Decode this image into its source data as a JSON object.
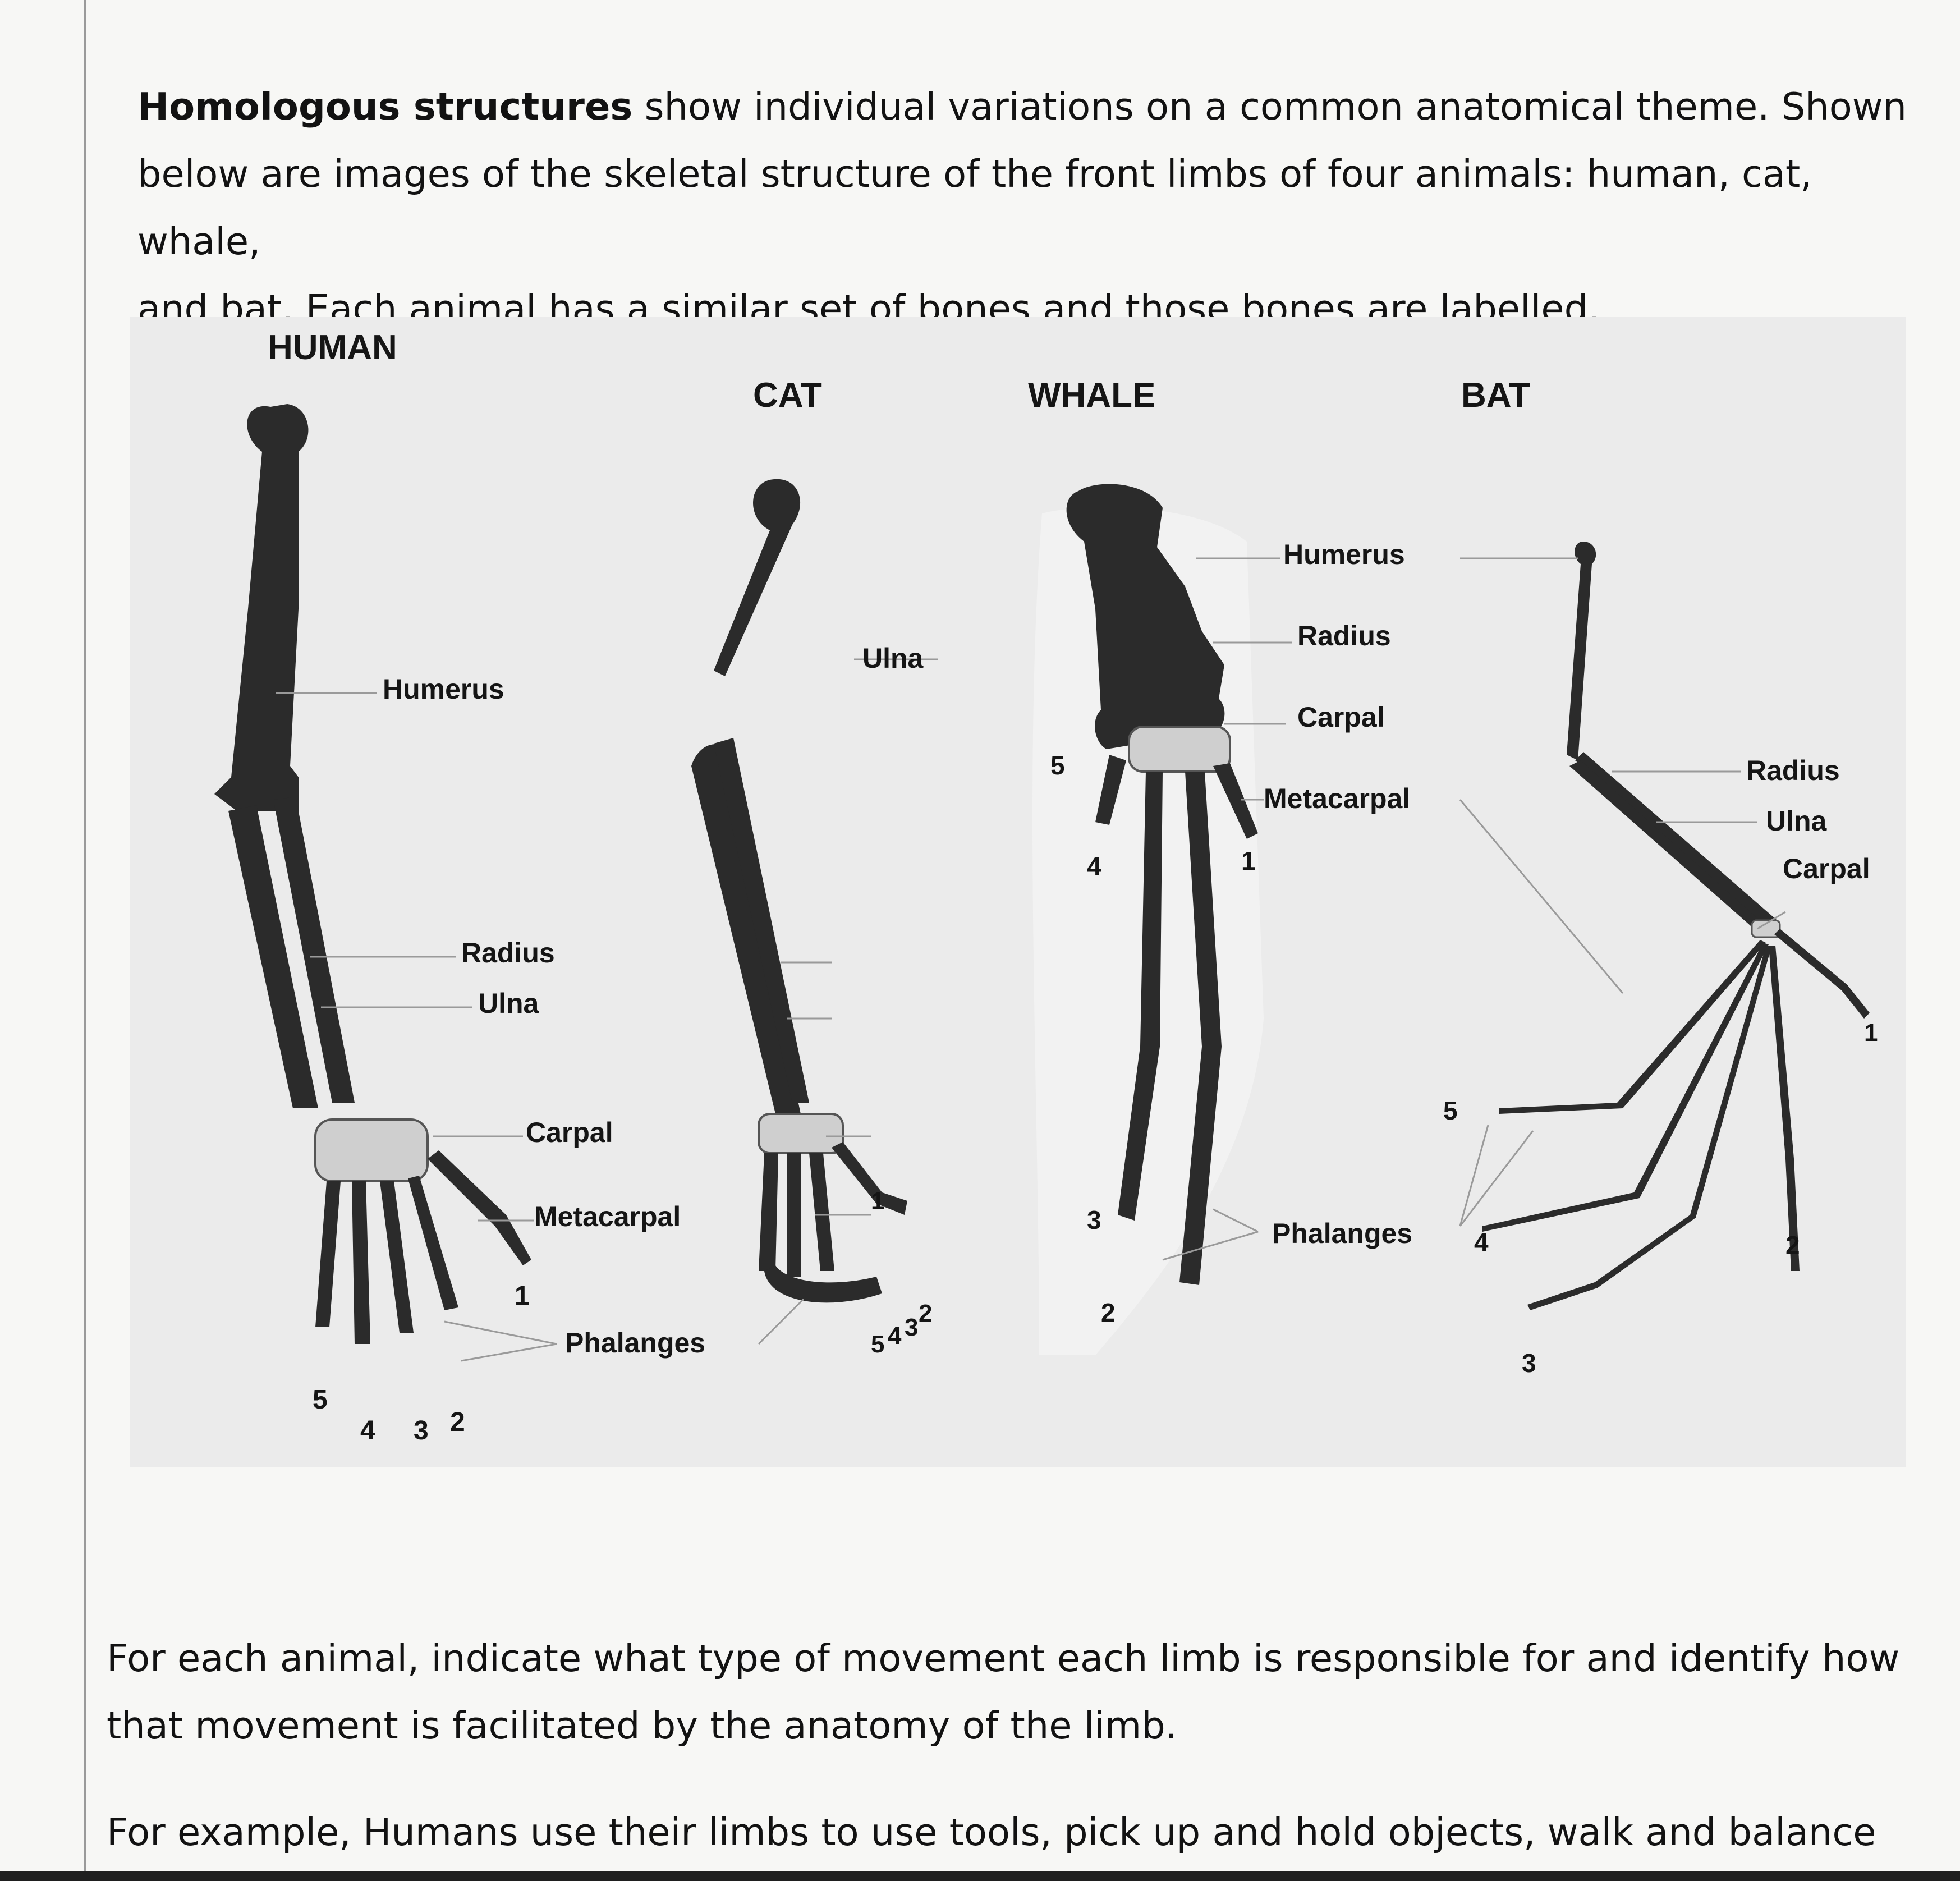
{
  "intro": {
    "bold_lead": "Homologous structures",
    "line1_rest": " show individual variations on a common anatomical theme. Shown",
    "line2": "below are images of the skeletal structure of the front limbs of four animals: human, cat, whale,",
    "line3": "and bat.  Each animal has a similar set of bones and those bones are labelled."
  },
  "figure": {
    "human": {
      "title": "HUMAN",
      "humerus": "Humerus",
      "radius": "Radius",
      "ulna": "Ulna",
      "carpal": "Carpal",
      "metacarpal": "Metacarpal",
      "phalanges": "Phalanges",
      "digits": [
        "1",
        "2",
        "3",
        "4",
        "5"
      ]
    },
    "cat": {
      "title": "CAT",
      "ulna": "Ulna",
      "digits": [
        "1",
        "2",
        "3",
        "4",
        "5"
      ]
    },
    "whale": {
      "title": "WHALE",
      "humerus": "Humerus",
      "radius": "Radius",
      "carpal": "Carpal",
      "metacarpal": "Metacarpal",
      "phalanges": "Phalanges",
      "digits": [
        "1",
        "2",
        "3",
        "4",
        "5"
      ]
    },
    "bat": {
      "title": "BAT",
      "radius": "Radius",
      "ulna": "Ulna",
      "carpal": "Carpal",
      "digits": [
        "1",
        "2",
        "3",
        "4",
        "5"
      ]
    }
  },
  "instructions": {
    "line1": "For each animal, indicate what type of movement each limb is responsible for and identify how",
    "line2": "that movement is facilitated by the anatomy of the limb."
  },
  "example": {
    "text": "For example, Humans use their limbs to use tools, pick up and hold objects, walk and balance"
  }
}
